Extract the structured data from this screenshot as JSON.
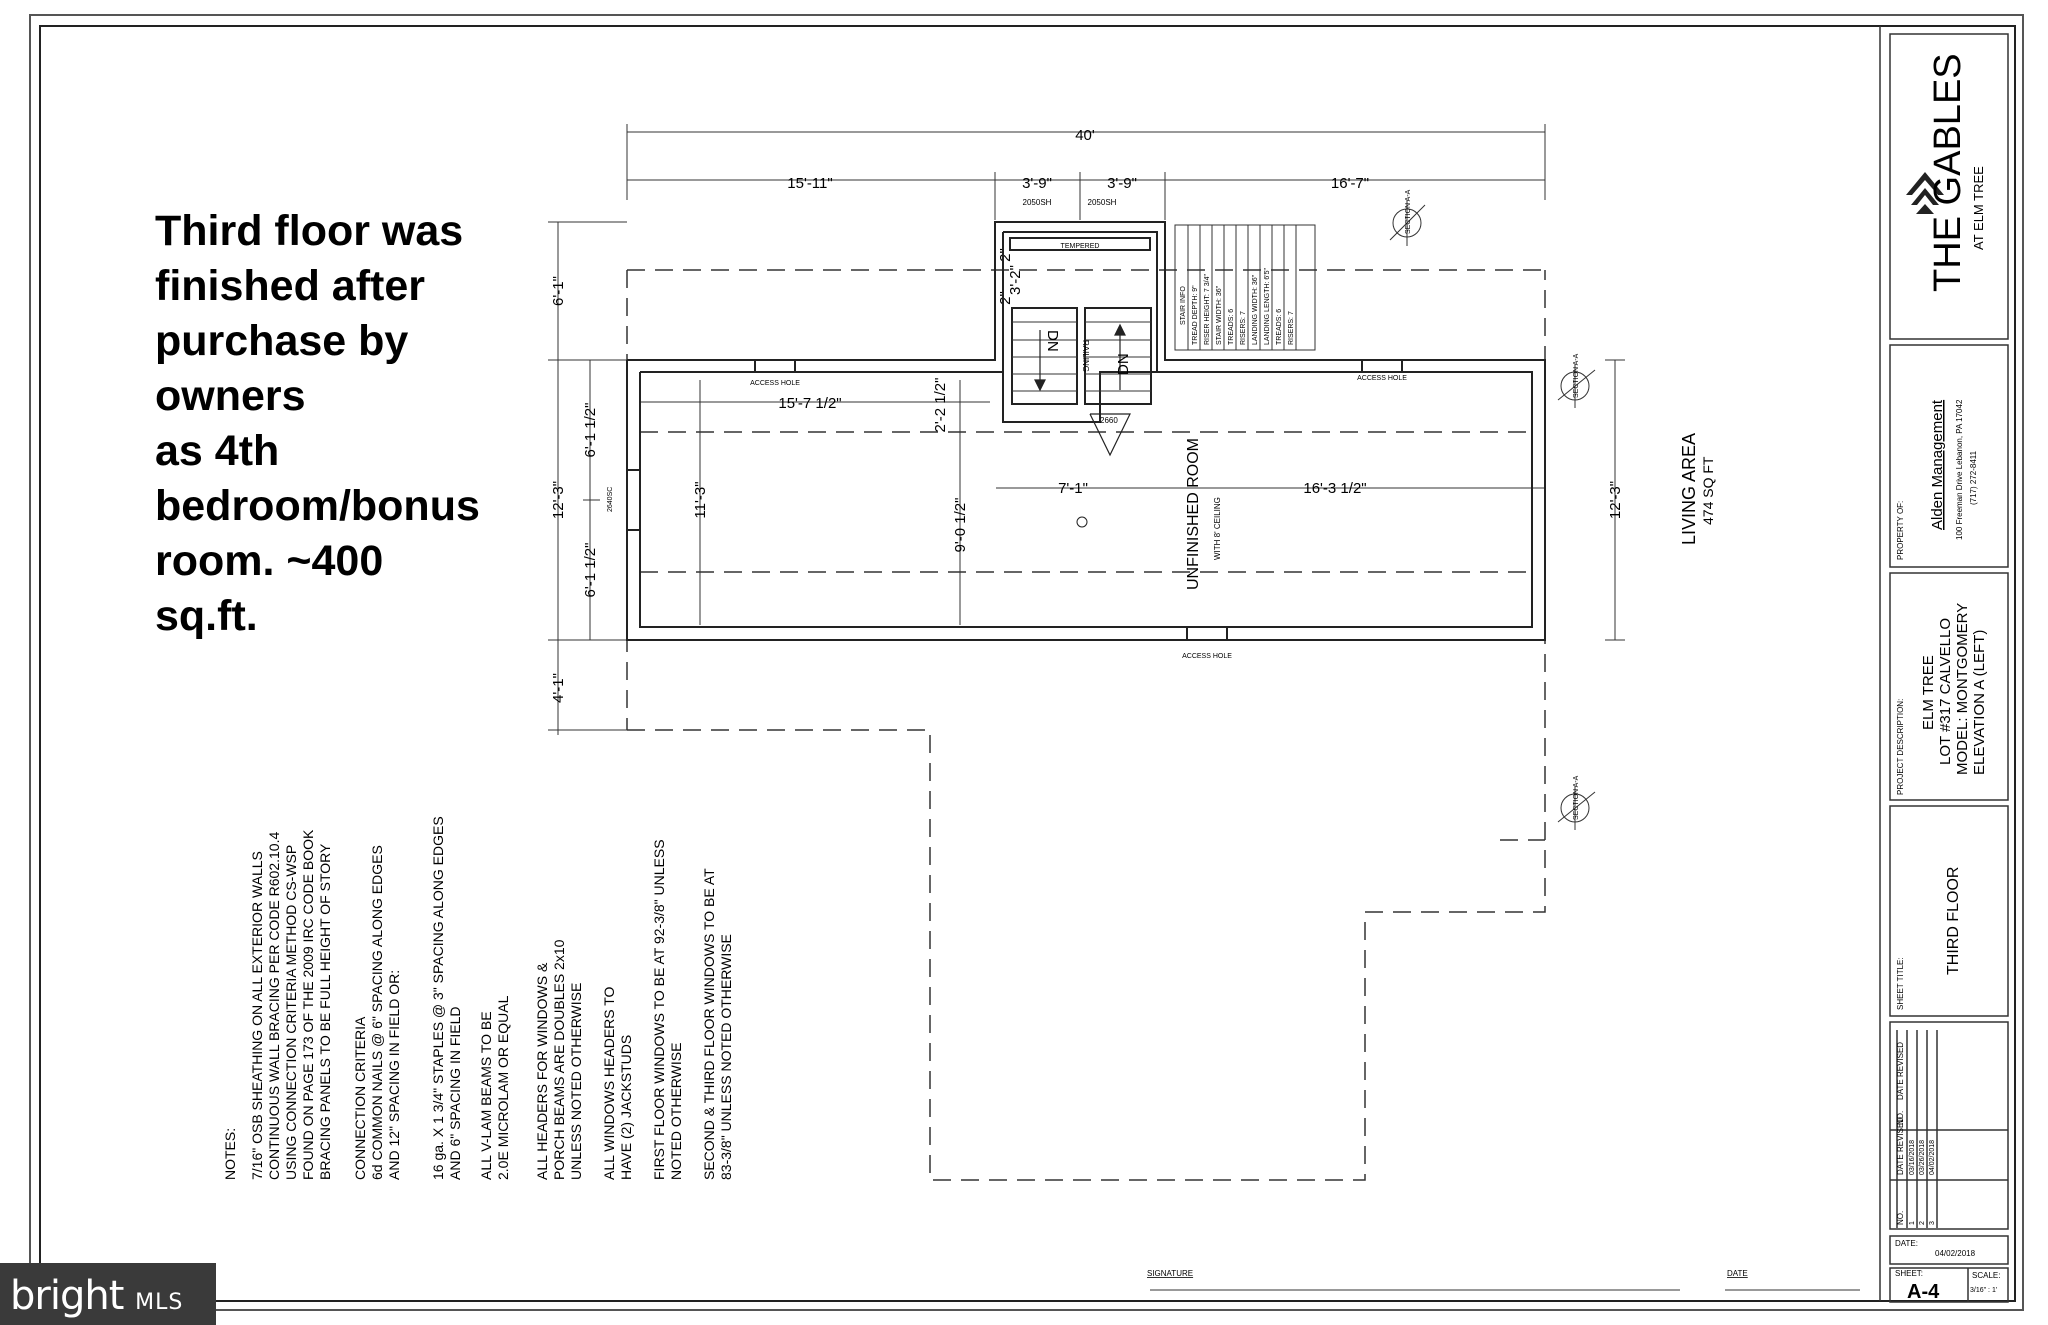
{
  "overlay": {
    "lines": [
      "Third floor was",
      "finished after",
      "purchase by",
      "owners",
      "as 4th",
      "bedroom/bonus",
      "room. ~400",
      "sq.ft."
    ]
  },
  "dimensions": {
    "overall": "40'",
    "seg1": "15'-11\"",
    "seg2": "3'-9\"",
    "seg3": "3'-9\"",
    "seg4": "16'-7\"",
    "left_top": "6'-1\"",
    "left_mid": "12'-3\"",
    "left_bottom": "4'-1\"",
    "left_a": "6'-1 1/2\"",
    "left_b": "6'-1 1/2\"",
    "inner_h": "11'-3\"",
    "inner_w": "15'-7 1/2\"",
    "stair_gap": "2'-2 1/2\"",
    "mid_h": "9'-0 1/2\"",
    "room_w1": "7'-1\"",
    "room_w2": "16'-3 1/2\"",
    "right_h": "12'-3\"",
    "stair_w": "2\"",
    "stair_a": "3'-2\"",
    "stair_b": "2\""
  },
  "labels": {
    "window1": "2050SH",
    "window2": "2050SH",
    "tempered": "TEMPERED",
    "access1": "ACCESS HOLE",
    "access2": "ACCESS HOLE",
    "access3": "ACCESS HOLE",
    "window_left": "2640SC",
    "door": "2660",
    "railing": "RAILING",
    "dn1": "DN",
    "dn2": "DN",
    "room": "UNFINISHED ROOM",
    "ceiling": "WITH 8' CEILING",
    "living_area": "LIVING AREA",
    "sqft": "474 SQ FT",
    "section": "SECTION A-A"
  },
  "stair_info": [
    "STAIR INFO",
    "TREAD DEPTH: 9\"",
    "RISER HEIGHT: 7 3/4\"",
    "STAIR WIDTH: 36\"",
    "TREADS: 6",
    "RISERS: 7",
    "LANDING WIDTH: 36\"",
    "LANDING LENGTH: 6'5\"",
    "TREADS: 6",
    "RISERS: 7"
  ],
  "notes": [
    "NOTES:",
    "7/16\" OSB SHEATHING ON ALL EXTERIOR WALLS",
    "CONTINUOUS WALL BRACING PER CODE R602.10.4",
    "USING CONNECTION CRITERIA METHOD CS-WSP",
    "FOUND ON PAGE 173 OF THE 2009 IRC CODE BOOK",
    "BRACING PANELS TO BE FULL HEIGHT OF STORY",
    "",
    "CONNECTION CRITERIA",
    "6d COMMON NAILS @ 6\" SPACING ALONG EDGES",
    "AND 12\" SPACING IN FIELD OR:",
    "",
    "16 ga. X 1 3/4\" STAPLES @ 3\" SPACING ALONG EDGES",
    "AND 6\" SPACING IN FIELD",
    "",
    "ALL V-LAM BEAMS TO BE",
    "2.0E MICROLAM OR EQUAL",
    "",
    "ALL HEADERS FOR WINDOWS &",
    "PORCH BEAMS ARE DOUBLES 2x10",
    "UNLESS NOTED OTHERWISE",
    "",
    "ALL WINDOWS HEADERS TO",
    "HAVE (2) JACKSTUDS",
    "",
    "FIRST FLOOR WINDOWS TO BE AT 92-3/8\" UNLESS",
    "NOTED OTHERWISE",
    "",
    "SECOND & THIRD FLOOR WINDOWS TO BE AT",
    "83-3/8\" UNLESS NOTED OTHERWISE"
  ],
  "signature": {
    "signature": "SIGNATURE",
    "date": "DATE"
  },
  "title_block": {
    "brand": "THE GABLES",
    "brand_sub": "AT ELM TREE",
    "property_of": "PROPERTY OF:",
    "company": "Alden Management",
    "address": "100 Freeman Drive Lebanon, PA 17042",
    "phone": "(717) 272-8411",
    "project_description": "PROJECT DESCRIPTION:",
    "proj1": "ELM TREE",
    "proj2": "LOT #317 CALVELLO",
    "proj3": "MODEL: MONTGOMERY",
    "proj4": "ELEVATION A (LEFT)",
    "sheet_title_label": "SHEET TITLE:",
    "sheet_title": "THIRD FLOOR",
    "no_label": "NO.",
    "date_revised_label": "DATE REVISED",
    "rev_numbers": [
      "1",
      "2",
      "3"
    ],
    "rev_dates": [
      "03/16/2018",
      "03/26/2018",
      "04/02/2018"
    ],
    "date_label": "DATE:",
    "date_value": "04/02/2018",
    "sheet_label": "SHEET:",
    "sheet_value": "A-4",
    "scale_label": "SCALE:",
    "scale_value": "3/16\" : 1'"
  },
  "watermark": {
    "brand": "bright",
    "suffix": "MLS"
  }
}
